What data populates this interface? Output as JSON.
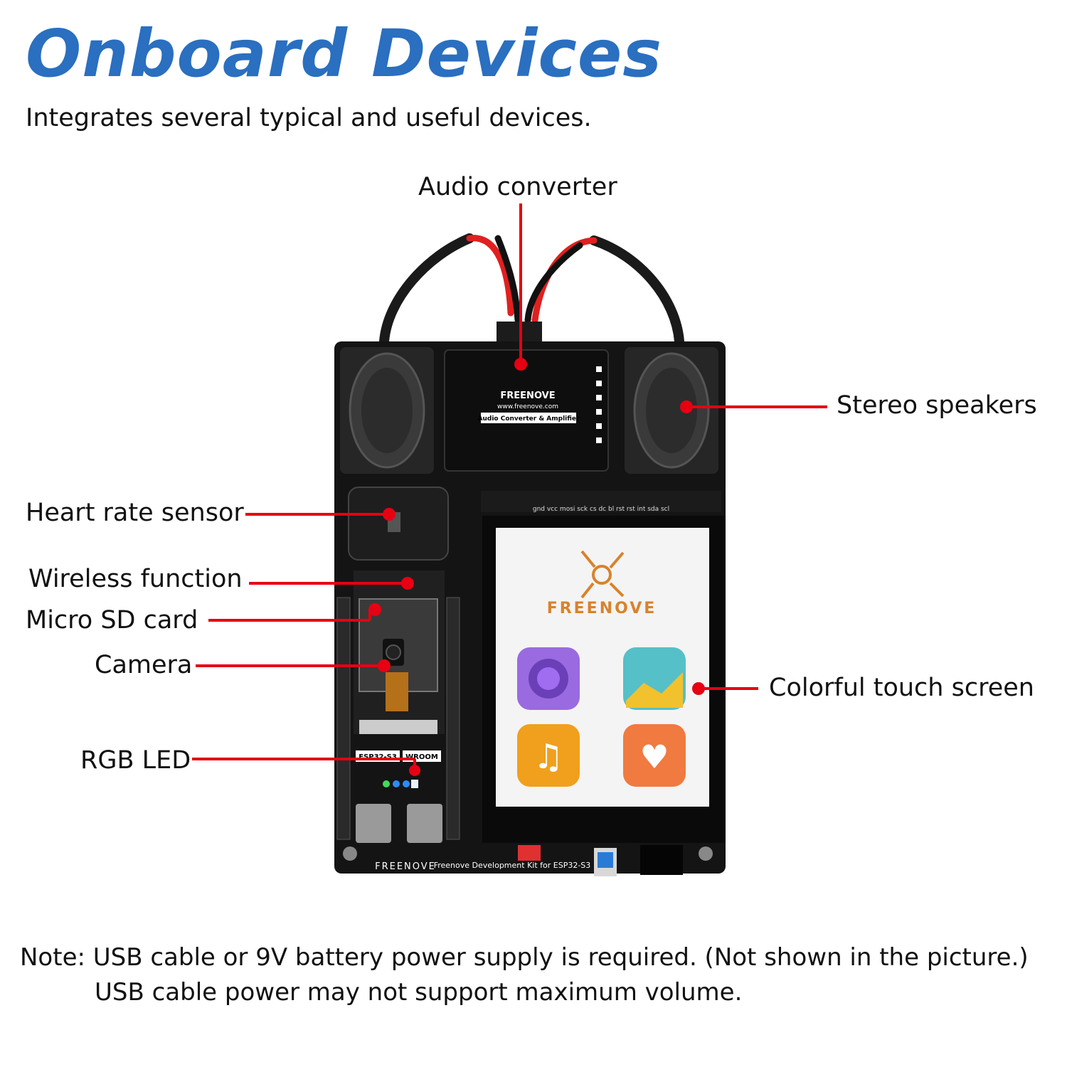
{
  "header": {
    "title": "Onboard Devices",
    "subtitle": "Integrates several typical and useful devices."
  },
  "callouts": {
    "audio_converter": "Audio converter",
    "stereo_speakers": "Stereo speakers",
    "heart_rate_sensor": "Heart rate sensor",
    "wireless_function": "Wireless function",
    "micro_sd_card": "Micro SD card",
    "camera": "Camera",
    "colorful_touch_screen": "Colorful touch screen",
    "rgb_led": "RGB LED"
  },
  "board": {
    "audio_module_brand": "FREENOVE",
    "audio_module_url": "www.freenove.com",
    "audio_module_name": "Audio Converter & Amplifier",
    "screen_logo": "FREENOVE",
    "header_pins": "gnd vcc mosi sck cs dc bl rst rst int sda scl",
    "esp_label_left": "ESP32-S3",
    "esp_label_right": "WROOM",
    "bottom_brand": "FREENOVE",
    "bottom_kit": "Freenove Development Kit for ESP32-S3"
  },
  "notes": {
    "line1": "Note: USB cable or 9V battery power supply is required. (Not shown in the picture.)",
    "line2": "USB cable power may not support maximum volume."
  },
  "colors": {
    "title": "#2a6fc0",
    "callout_line": "#e60012",
    "pcb": "#141414",
    "screen_logo": "#d9822b"
  }
}
